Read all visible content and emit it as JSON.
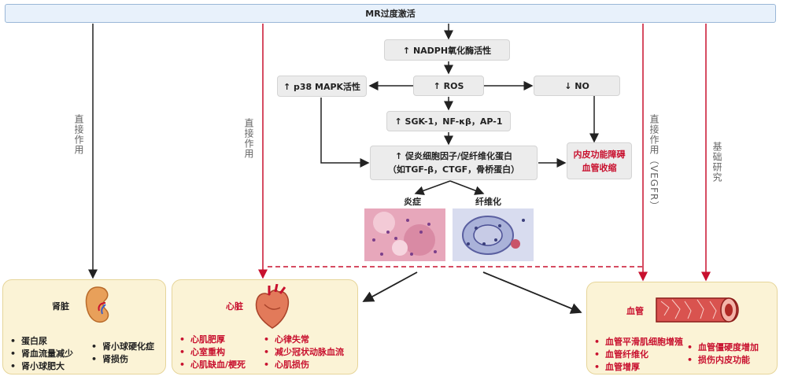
{
  "top_bar": "MR过度激活",
  "nodes": {
    "nadph": "↑ NADPH氧化酶活性",
    "ros": "↑ ROS",
    "p38": "↑ p38 MAPK活性",
    "no": "↓ NO",
    "sgk": "↑ SGK-1，NF-κβ，AP-1",
    "factor_line1": "↑ 促炎细胞因子/促纤维化蛋白",
    "factor_line2": "（如TGF-β，CTGF，骨桥蛋白）",
    "endo_line1": "内皮功能障碍",
    "endo_line2": "血管收缩"
  },
  "images": {
    "inflammation": "炎症",
    "fibrosis": "纤维化"
  },
  "edge_labels": {
    "left": "直接作用",
    "mid": "直接作用",
    "right1": "直接作用（VEGFR）",
    "right2": "基础研究"
  },
  "panels": {
    "kidney": {
      "title": "肾脏",
      "col1": [
        "蛋白尿",
        "肾血流量减少",
        "肾小球肥大"
      ],
      "col2": [
        "肾小球硬化症",
        "肾损伤"
      ]
    },
    "heart": {
      "title": "心脏",
      "col1": [
        "心肌肥厚",
        "心室重构",
        "心肌缺血/梗死"
      ],
      "col2": [
        "心律失常",
        "减少冠状动脉血流",
        "心肌损伤"
      ]
    },
    "vessel": {
      "title": "血管",
      "col1": [
        "血管平滑肌细胞增殖",
        "血管纤维化",
        "血管增厚"
      ],
      "col2": [
        "血管僵硬度增加",
        "损伤内皮功能"
      ]
    }
  },
  "colors": {
    "accent_red": "#c8102e",
    "panel_bg": "#fbf3d6",
    "node_bg": "#ececec",
    "top_bar_bg": "#e8f1fb"
  }
}
